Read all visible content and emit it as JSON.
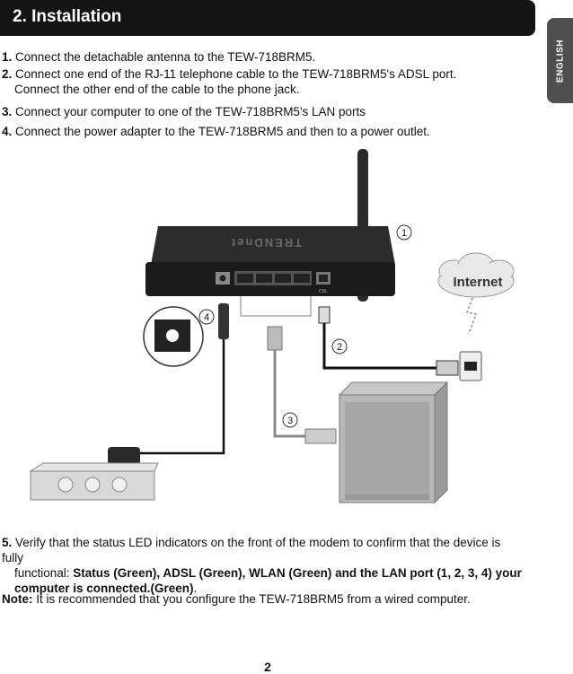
{
  "header": {
    "title": "2. Installation"
  },
  "side_tab": {
    "label": "ENGLISH"
  },
  "steps": [
    {
      "num": "1.",
      "text": "Connect the detachable antenna to the TEW-718BRM5."
    },
    {
      "num": "2.",
      "text": "Connect one end of the RJ-11 telephone cable to the TEW-718BRM5's ADSL port.",
      "text2": "Connect the other end of the cable to the phone jack."
    },
    {
      "num": "3.",
      "text": "Connect your computer to one of the TEW-718BRM5's LAN ports"
    },
    {
      "num": "4.",
      "text": "Connect the power adapter to the TEW-718BRM5 and then to a power outlet."
    },
    {
      "num": "5.",
      "text": "Verify that the status LED indicators on the front of the modem to confirm that the device is fully",
      "text2_prefix": "functional: ",
      "text2_bold": "Status (Green), ADSL (Green), WLAN (Green) and the LAN port (1, 2, 3, 4) your",
      "text3_bold": "computer is connected.(Green)",
      "text3_suffix": "."
    }
  ],
  "note": {
    "label": "Note:",
    "text": " It is recommended that you configure the TEW-718BRM5 from a wired computer."
  },
  "diagram": {
    "callouts": [
      "1",
      "2",
      "3",
      "4"
    ],
    "cloud_label": "Internet",
    "router_logo": "TRENDnet",
    "port_label": "DSL"
  },
  "page_number": "2",
  "colors": {
    "header_bg": "#141414",
    "tab_bg": "#4f4f4f"
  }
}
